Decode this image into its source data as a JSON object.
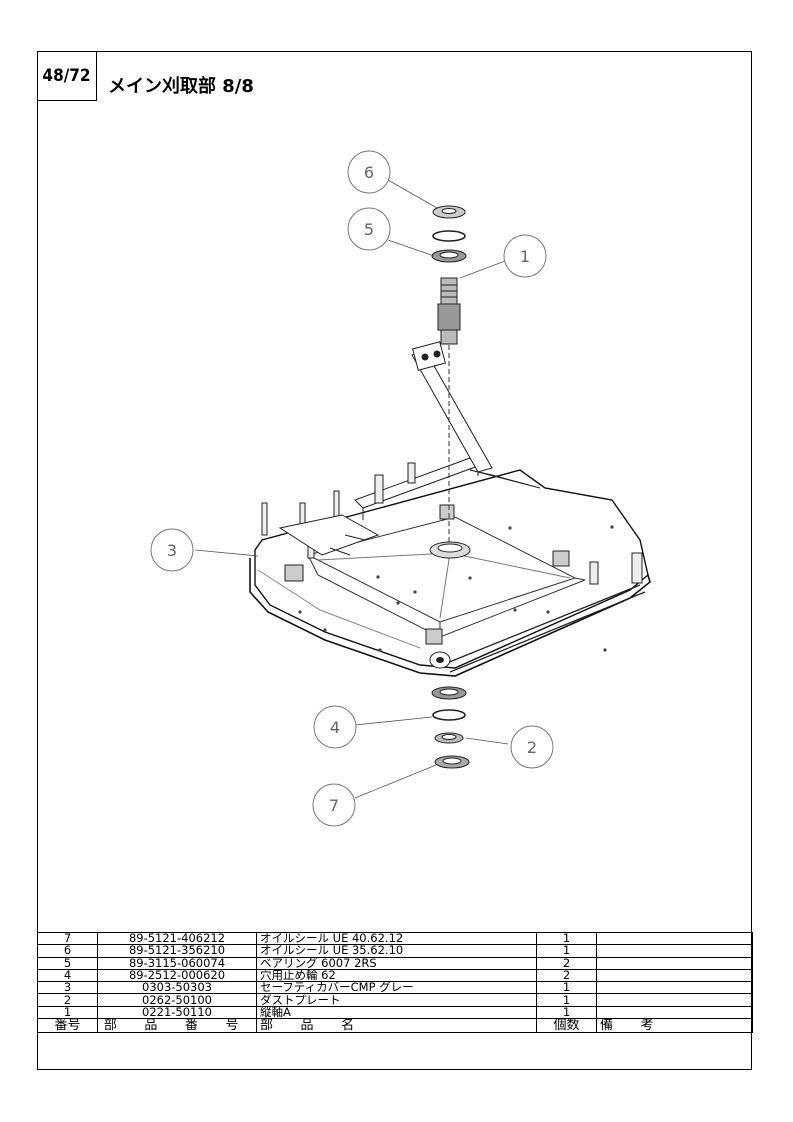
{
  "page": {
    "number": "48/72",
    "title": "メイン刈取部 8/8"
  },
  "callouts": [
    "6",
    "5",
    "1",
    "3",
    "4",
    "2",
    "7"
  ],
  "parts_table": {
    "headers": {
      "no": "番号",
      "part_number": "部 品 番 号",
      "part_name": "部 品 名",
      "qty": "個数",
      "remarks": "備 考"
    },
    "rows": [
      {
        "no": "7",
        "part_number": "89-5121-406212",
        "part_name": "オイルシール UE 40.62.12",
        "qty": "1",
        "remarks": ""
      },
      {
        "no": "6",
        "part_number": "89-5121-356210",
        "part_name": "オイルシール UE 35.62.10",
        "qty": "1",
        "remarks": ""
      },
      {
        "no": "5",
        "part_number": "89-3115-060074",
        "part_name": "ベアリング 6007 2RS",
        "qty": "2",
        "remarks": ""
      },
      {
        "no": "4",
        "part_number": "89-2512-000620",
        "part_name": "穴用止め輪 62",
        "qty": "2",
        "remarks": ""
      },
      {
        "no": "3",
        "part_number": "0303-50303",
        "part_name": "セーフティカバーCMP グレー",
        "qty": "1",
        "remarks": ""
      },
      {
        "no": "2",
        "part_number": "0262-50100",
        "part_name": "ダストプレート",
        "qty": "1",
        "remarks": ""
      },
      {
        "no": "1",
        "part_number": "0221-50110",
        "part_name": "縦軸A",
        "qty": "1",
        "remarks": ""
      }
    ]
  }
}
